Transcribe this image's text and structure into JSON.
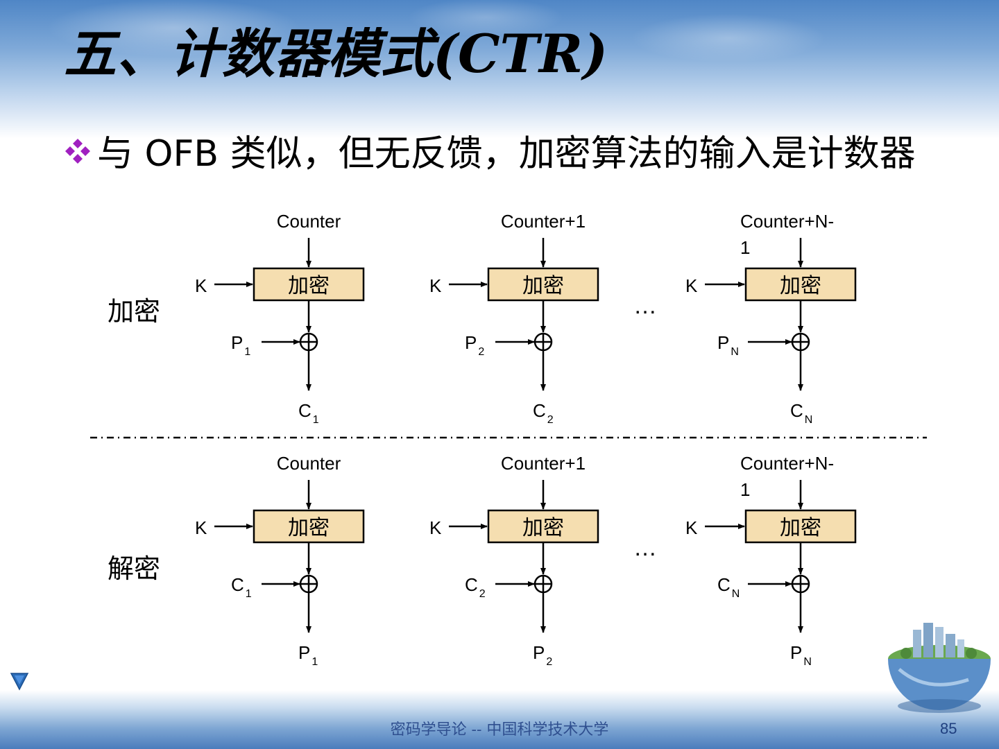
{
  "slide": {
    "title": "五、计数器模式(CTR)",
    "bullet": "与 OFB 类似，但无反馈，加密算法的输入是计数器",
    "footer": "密码学导论 -- 中国科学技术大学",
    "page_number": "85"
  },
  "diagram": {
    "rows": [
      {
        "label": "加密",
        "stages": [
          {
            "counter": "Counter",
            "key": "K",
            "box": "加密",
            "in": "P",
            "in_sub": "1",
            "out": "C",
            "out_sub": "1"
          },
          {
            "counter": "Counter+1",
            "key": "K",
            "box": "加密",
            "in": "P",
            "in_sub": "2",
            "out": "C",
            "out_sub": "2"
          },
          {
            "counter": "Counter+N-",
            "counter2": "1",
            "key": "K",
            "box": "加密",
            "in": "P",
            "in_sub": "N",
            "out": "C",
            "out_sub": "N"
          }
        ],
        "ellipsis": "…"
      },
      {
        "label": "解密",
        "stages": [
          {
            "counter": "Counter",
            "key": "K",
            "box": "加密",
            "in": "C",
            "in_sub": "1",
            "out": "P",
            "out_sub": "1"
          },
          {
            "counter": "Counter+1",
            "key": "K",
            "box": "加密",
            "in": "C",
            "in_sub": "2",
            "out": "P",
            "out_sub": "2"
          },
          {
            "counter": "Counter+N-",
            "counter2": "1",
            "key": "K",
            "box": "加密",
            "in": "C",
            "in_sub": "N",
            "out": "P",
            "out_sub": "N"
          }
        ],
        "ellipsis": "…"
      }
    ]
  },
  "colors": {
    "box_fill": "#f5deb0",
    "bullet_marker": "#a020c0",
    "footer_text": "#2f4f8f",
    "nav_arrow": "#2b6cb8"
  },
  "icons": {
    "bullet": "diamond-cluster-icon",
    "nav": "triangle-down-icon",
    "decoration": "globe-city-icon"
  }
}
